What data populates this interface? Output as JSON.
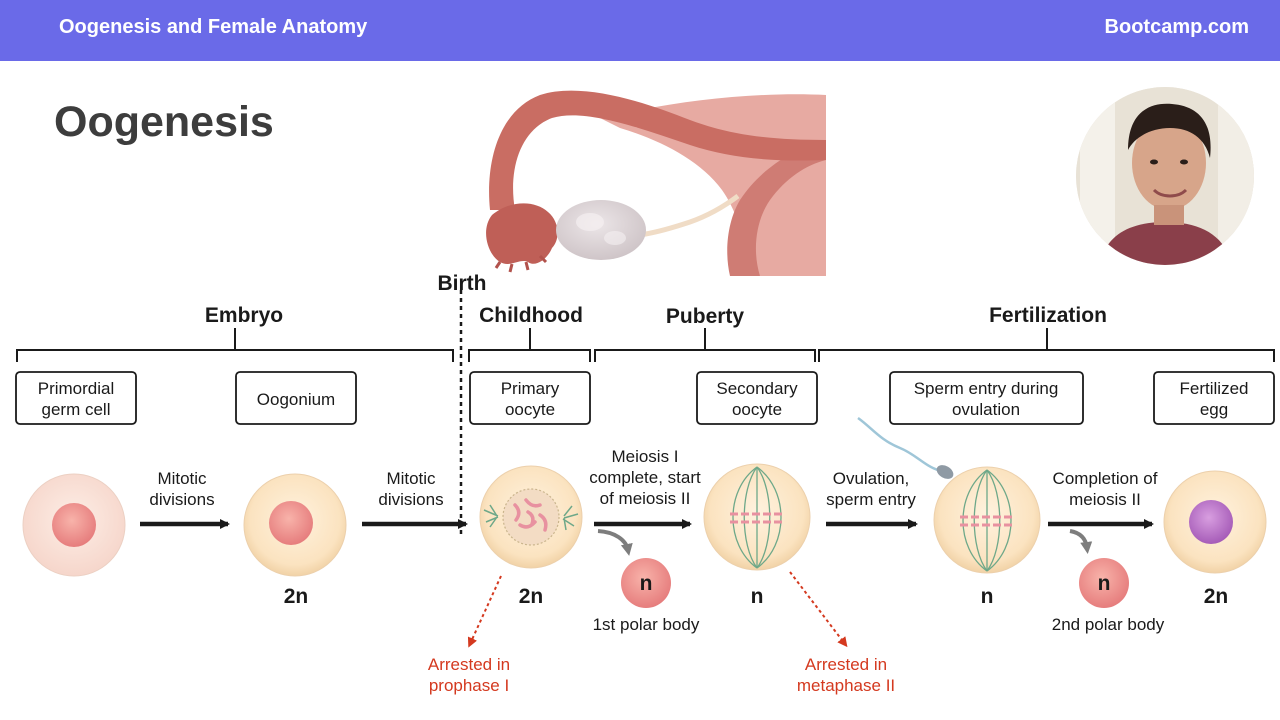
{
  "header": {
    "title": "Oogenesis and Female Anatomy",
    "brand": "Bootcamp.com"
  },
  "slide": {
    "title": "Oogenesis"
  },
  "timeline": {
    "birth": "Birth",
    "stages": [
      "Embryo",
      "Childhood",
      "Puberty",
      "Fertilization"
    ]
  },
  "boxes": [
    [
      "Primordial",
      "germ cell"
    ],
    [
      "Oogonium"
    ],
    [
      "Primary",
      "oocyte"
    ],
    [
      "Secondary",
      "oocyte"
    ],
    [
      "Sperm entry during",
      "ovulation"
    ],
    [
      "Fertilized",
      "egg"
    ]
  ],
  "steps": [
    [
      "Mitotic",
      "divisions"
    ],
    [
      "Mitotic",
      "divisions"
    ],
    [
      "Meiosis I",
      "complete, start",
      "of meiosis II"
    ],
    [
      "Ovulation,",
      "sperm entry"
    ],
    [
      "Completion of",
      "meiosis II"
    ]
  ],
  "ploidy": {
    "oogonium": "2n",
    "primary": "2n",
    "secondary": "n",
    "sperm_entry": "n",
    "fertilized": "2n",
    "polar_body": "n"
  },
  "polar_bodies": {
    "first": "1st polar body",
    "second": "2nd polar body"
  },
  "arrests": {
    "prophase": [
      "Arrested in",
      "prophase I"
    ],
    "metaphase": [
      "Arrested in",
      "metaphase II"
    ]
  },
  "colors": {
    "header_bg": "#6a6ae8",
    "arrest_red": "#d4391f",
    "cell_fill": "#fbe5c6",
    "nucleus": "#ef8f8f",
    "zygote_nucleus": "#b86fc7",
    "spindle": "#6ea889"
  }
}
